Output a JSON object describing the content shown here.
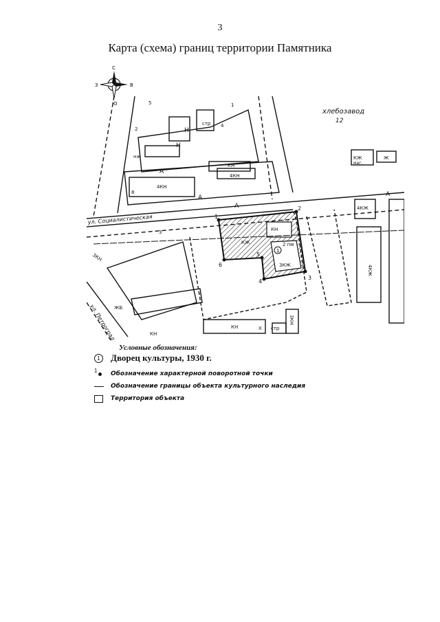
{
  "page": {
    "number": "3",
    "title": "Карта (схема) границ территории Памятника"
  },
  "compass": {
    "north": "С",
    "south": "Ю",
    "west": "З",
    "east": "В"
  },
  "map": {
    "streets": {
      "socialist": "ул. Социалистическая",
      "lower_left": "ул. Петроградская"
    },
    "places": {
      "bakery": "хлебозавод",
      "bakery_no": "12"
    },
    "labels": {
      "a": "А",
      "kn": "КН",
      "four_kzh": "4КЖ",
      "four_kn": "4КН",
      "three_kn": "3КН",
      "three_kzh": "3КЖ",
      "n": "Н",
      "kzh": "КЖ",
      "zh": "Ж",
      "str": "стр",
      "two_pm": "2 пм",
      "five": "5",
      "eight": "8",
      "twelve": "12",
      "one": "1",
      "two": "2",
      "three": "3",
      "four": "4",
      "six": "6",
      "nezh": "нж",
      "mag": "маг.",
      "zhb": "ЖБ",
      "kh": "Х"
    },
    "points": [
      "1",
      "2",
      "3",
      "4",
      "5",
      "6"
    ],
    "object_marker": "1"
  },
  "legend": {
    "heading": "Условные обозначения:",
    "object_marker": "1",
    "object_name": "Дворец культуры, 1930 г.",
    "point_sample": "1",
    "point_desc": "Обозначение характерной поворотной точки",
    "boundary_desc": "Обозначение границы объекта культурного наследия",
    "territory_desc": "Территория объекта"
  },
  "colors": {
    "ink": "#111111",
    "paper": "#ffffff"
  }
}
